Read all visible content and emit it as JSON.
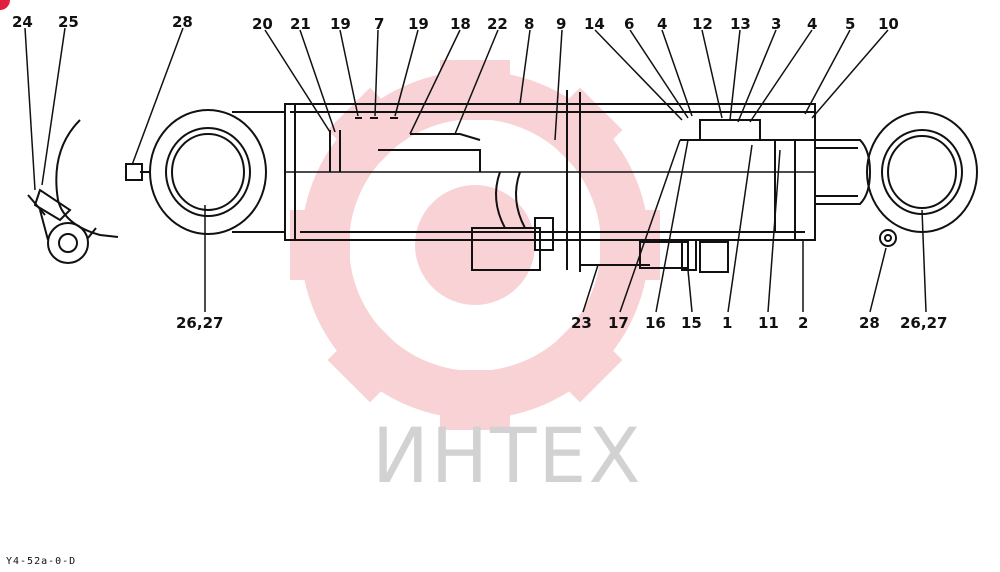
{
  "drawing": {
    "reference_code": "Y4-52a-0-D",
    "callouts_top": [
      "24",
      "25",
      "28",
      "20",
      "21",
      "19",
      "7",
      "19",
      "18",
      "22",
      "8",
      "9",
      "14",
      "6",
      "4",
      "12",
      "13",
      "3",
      "4",
      "5",
      "10"
    ],
    "callouts_bottom": [
      "26,27",
      "23",
      "17",
      "16",
      "15",
      "1",
      "11",
      "2",
      "28",
      "26,27"
    ]
  },
  "watermark": {
    "text": "ИНТЕХ",
    "color": "#f2a0a8"
  },
  "colors": {
    "line": "#111111",
    "accent": "#e02040"
  }
}
